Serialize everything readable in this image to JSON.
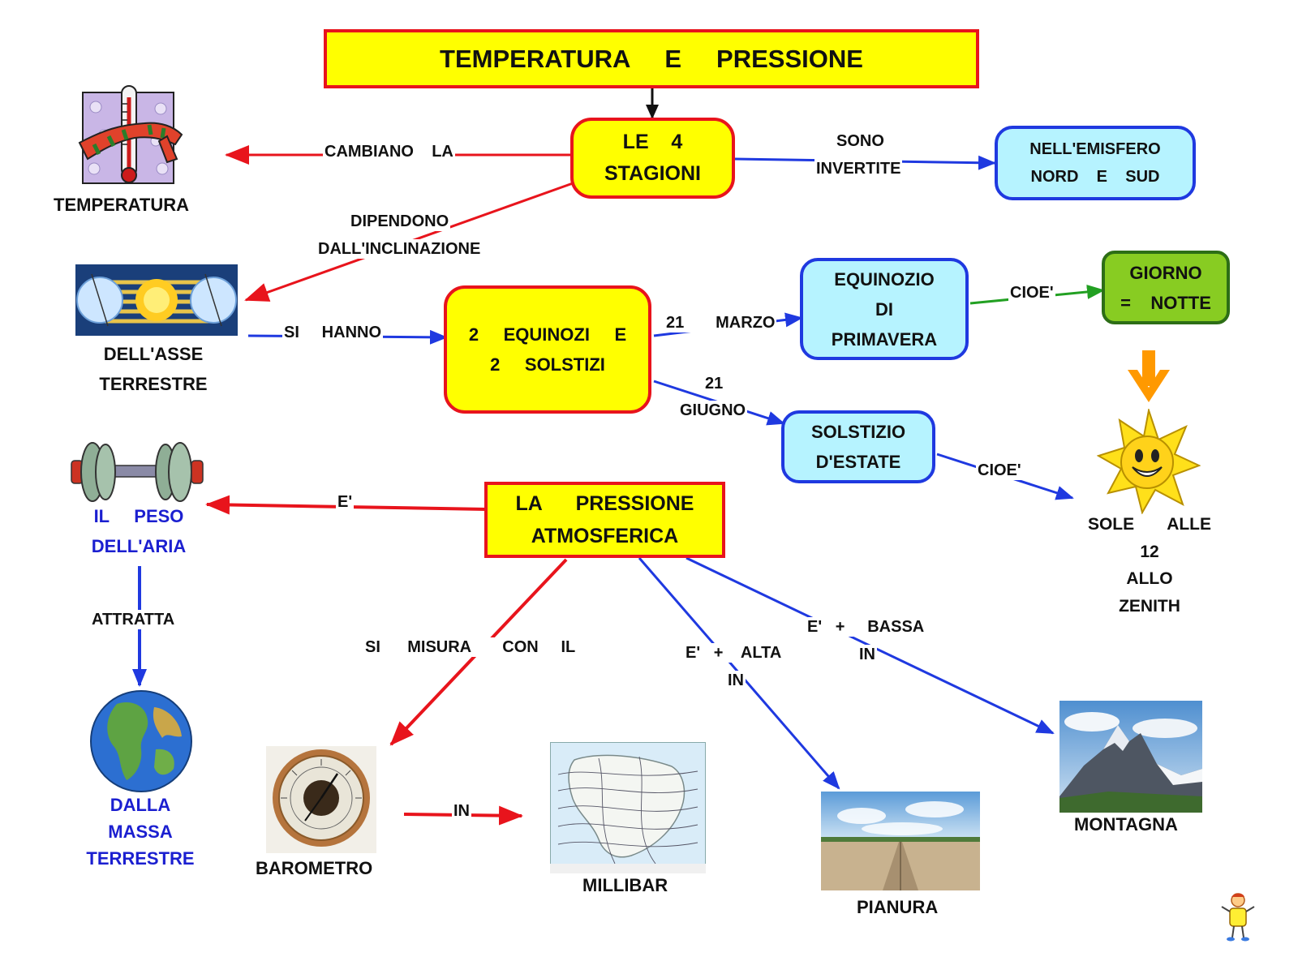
{
  "title": "TEMPERATURA     E     PRESSIONE",
  "nodes": {
    "stagioni": [
      "LE    4",
      "STAGIONI"
    ],
    "emisfero": [
      "NELL'EMISFERO",
      "NORD    E    SUD"
    ],
    "equinozi": [
      "2     EQUINOZI     E",
      "2     SOLSTIZI"
    ],
    "equinozio_primavera": [
      "EQUINOZIO",
      "DI",
      "PRIMAVERA"
    ],
    "giorno_notte": [
      "GIORNO",
      "=    NOTTE"
    ],
    "solstizio_estate": [
      "SOLSTIZIO",
      "D'ESTATE"
    ],
    "pressione": [
      "LA      PRESSIONE",
      "ATMOSFERICA"
    ]
  },
  "captions": {
    "temperatura": "TEMPERATURA",
    "asse": [
      "DELL'ASSE",
      "TERRESTRE"
    ],
    "peso_aria": [
      "IL     PESO",
      "DELL'ARIA"
    ],
    "massa_terrestre": [
      "DALLA",
      "MASSA",
      "TERRESTRE"
    ],
    "sole": [
      "SOLE       ALLE",
      "12",
      "ALLO",
      "ZENITH"
    ],
    "barometro": "BAROMETRO",
    "millibar": "MILLIBAR",
    "pianura": "PIANURA",
    "montagna": "MONTAGNA"
  },
  "links": {
    "cambiano": "CAMBIANO    LA",
    "sono": "SONO",
    "invertite": "INVERTITE",
    "dipendono": "DIPENDONO",
    "inclinazione": "DALL'INCLINAZIONE",
    "si_hanno": "SI     HANNO",
    "marzo": "21       MARZO",
    "cioe_1": "CIOE'",
    "giugno_num": "21",
    "giugno": "GIUGNO",
    "cioe_2": "CIOE'",
    "e_peso": "E'",
    "attratta": "ATTRATTA",
    "si_misura": "SI      MISURA       CON     IL",
    "alta": "E'   +    ALTA",
    "alta_in": "IN",
    "bassa": "E'   +     BASSA",
    "bassa_in": "IN",
    "baro_in": "IN"
  },
  "colors": {
    "red": "#e8141c",
    "blue": "#1f39e0",
    "green": "#22a022",
    "yellow": "#ffff00",
    "cyan": "#b6f3ff",
    "lime": "#88cc22",
    "orange": "#ff9900"
  },
  "icons": [
    "thermometer-icon",
    "earth-axis-seasons-icon",
    "dumbbell-icon",
    "earth-globe-icon",
    "sun-smiley-icon",
    "down-arrow-icon",
    "barometer-icon",
    "weather-map-icon",
    "plain-field-icon",
    "mountain-icon",
    "mascot-icon"
  ]
}
